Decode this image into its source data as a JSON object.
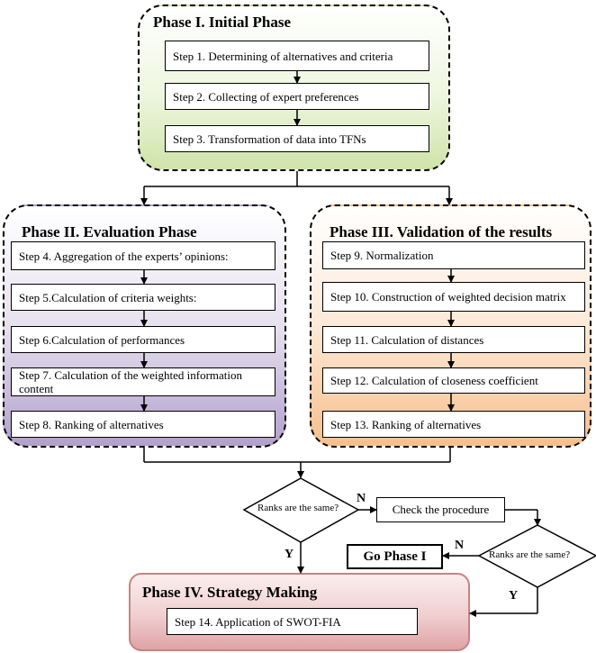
{
  "phase1": {
    "title": "Phase I. Initial Phase",
    "steps": [
      "Step 1. Determining of alternatives and criteria",
      "Step 2. Collecting of expert preferences",
      "Step 3. Transformation of data into TFNs"
    ]
  },
  "phase2": {
    "title": "Phase II. Evaluation Phase",
    "steps": [
      "Step 4. Aggregation of the experts’ opinions:",
      "Step 5.Calculation of criteria weights:",
      "Step 6.Calculation of performances",
      "Step 7. Calculation of the weighted information content",
      "Step 8. Ranking of alternatives"
    ]
  },
  "phase3": {
    "title": "Phase III. Validation of the results",
    "steps": [
      "Step 9. Normalization",
      "Step 10. Construction of weighted decision matrix",
      "Step 11. Calculation of distances",
      "Step 12. Calculation of closeness coefficient",
      "Step 13. Ranking of alternatives"
    ]
  },
  "decision1": {
    "question": "Ranks are the same?",
    "no": "N",
    "yes": "Y"
  },
  "check": "Check the procedure",
  "decision2": {
    "question": "Ranks are the same?",
    "no": "N",
    "yes": "Y"
  },
  "go_phase": "Go Phase I",
  "phase4": {
    "title": "Phase IV. Strategy Making",
    "step": "Step 14. Application of SWOT-FIA"
  }
}
